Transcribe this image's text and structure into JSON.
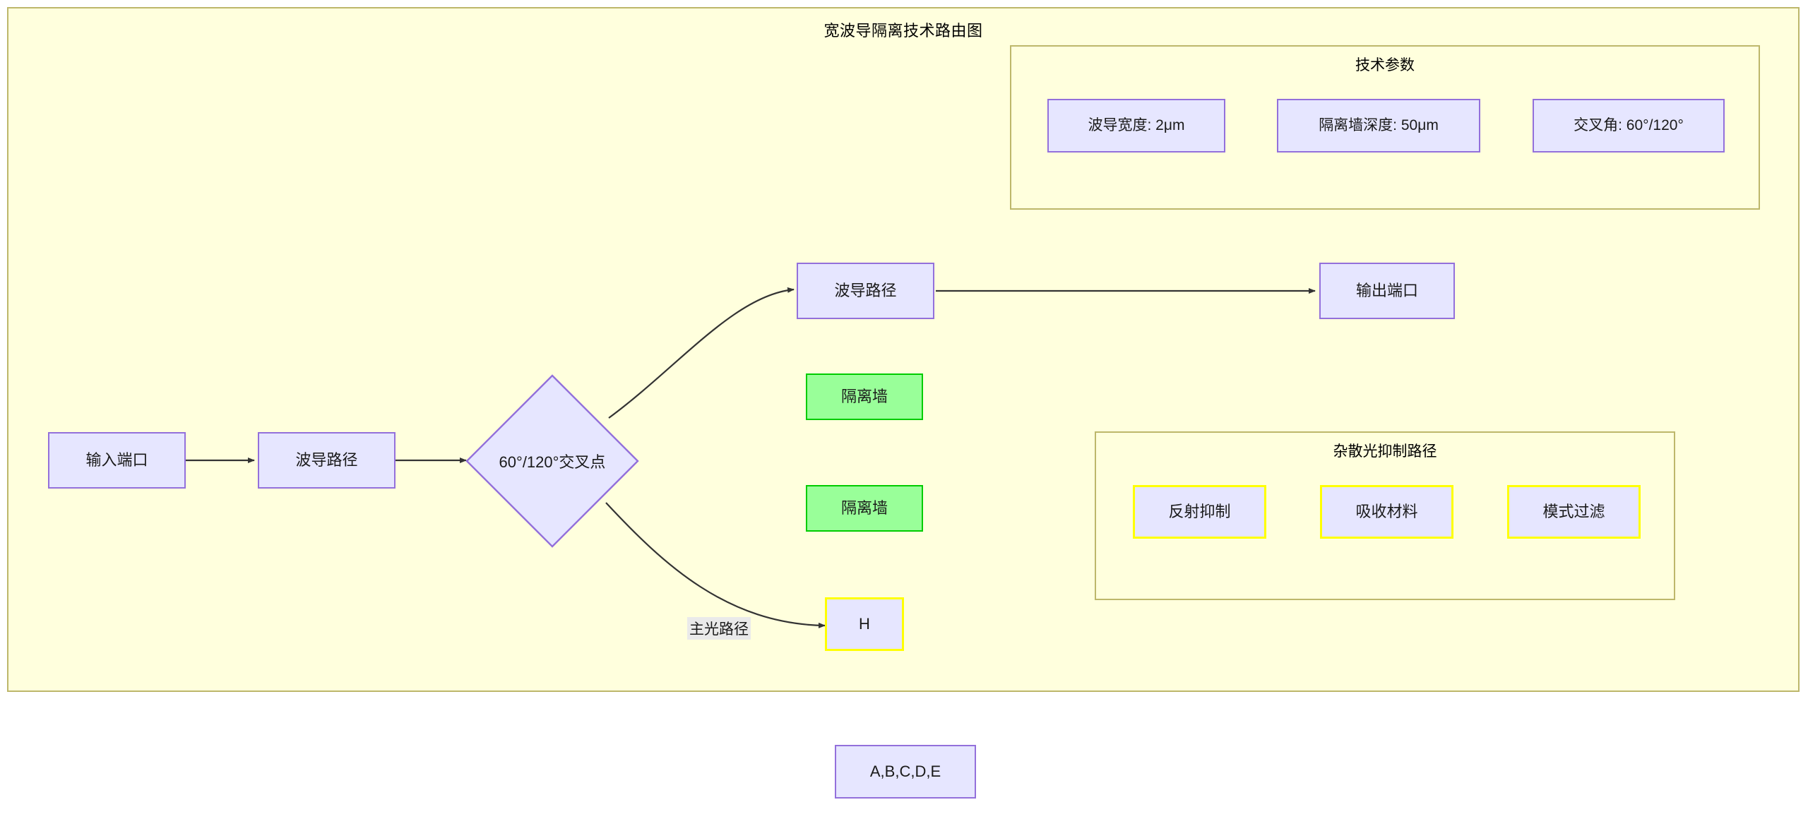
{
  "diagram": {
    "title": "宽波导隔离技术路由图",
    "canvas_bg": "#ffffdd",
    "canvas_border": "#bdb76b"
  },
  "tech_params_group": {
    "title": "技术参数",
    "items": [
      {
        "label": "波导宽度: 2μm"
      },
      {
        "label": "隔离墙深度: 50μm"
      },
      {
        "label": "交叉角: 60°/120°"
      }
    ]
  },
  "flow": {
    "input_port": "输入端口",
    "waveguide_path_main": "波导路径",
    "junction": "60°/120°交叉点",
    "waveguide_path_upper": "波导路径",
    "output_port": "输出端口",
    "isolation_wall_1": "隔离墙",
    "isolation_wall_2": "隔离墙",
    "h_node": "H"
  },
  "edge_labels": {
    "main_optical_path": "主光路径"
  },
  "stray_light_group": {
    "title": "杂散光抑制路径",
    "items": [
      {
        "label": "反射抑制"
      },
      {
        "label": "吸收材料"
      },
      {
        "label": "模式过滤"
      }
    ]
  },
  "legend_node": {
    "label": "A,B,C,D,E"
  },
  "colors": {
    "node_fill": "#e6e6ff",
    "node_border": "#9370db",
    "green_fill": "#99ff99",
    "green_border": "#00cc00",
    "highlight_border": "#ffff00",
    "group_border": "#bdb76b",
    "edge_stroke": "#333333"
  }
}
